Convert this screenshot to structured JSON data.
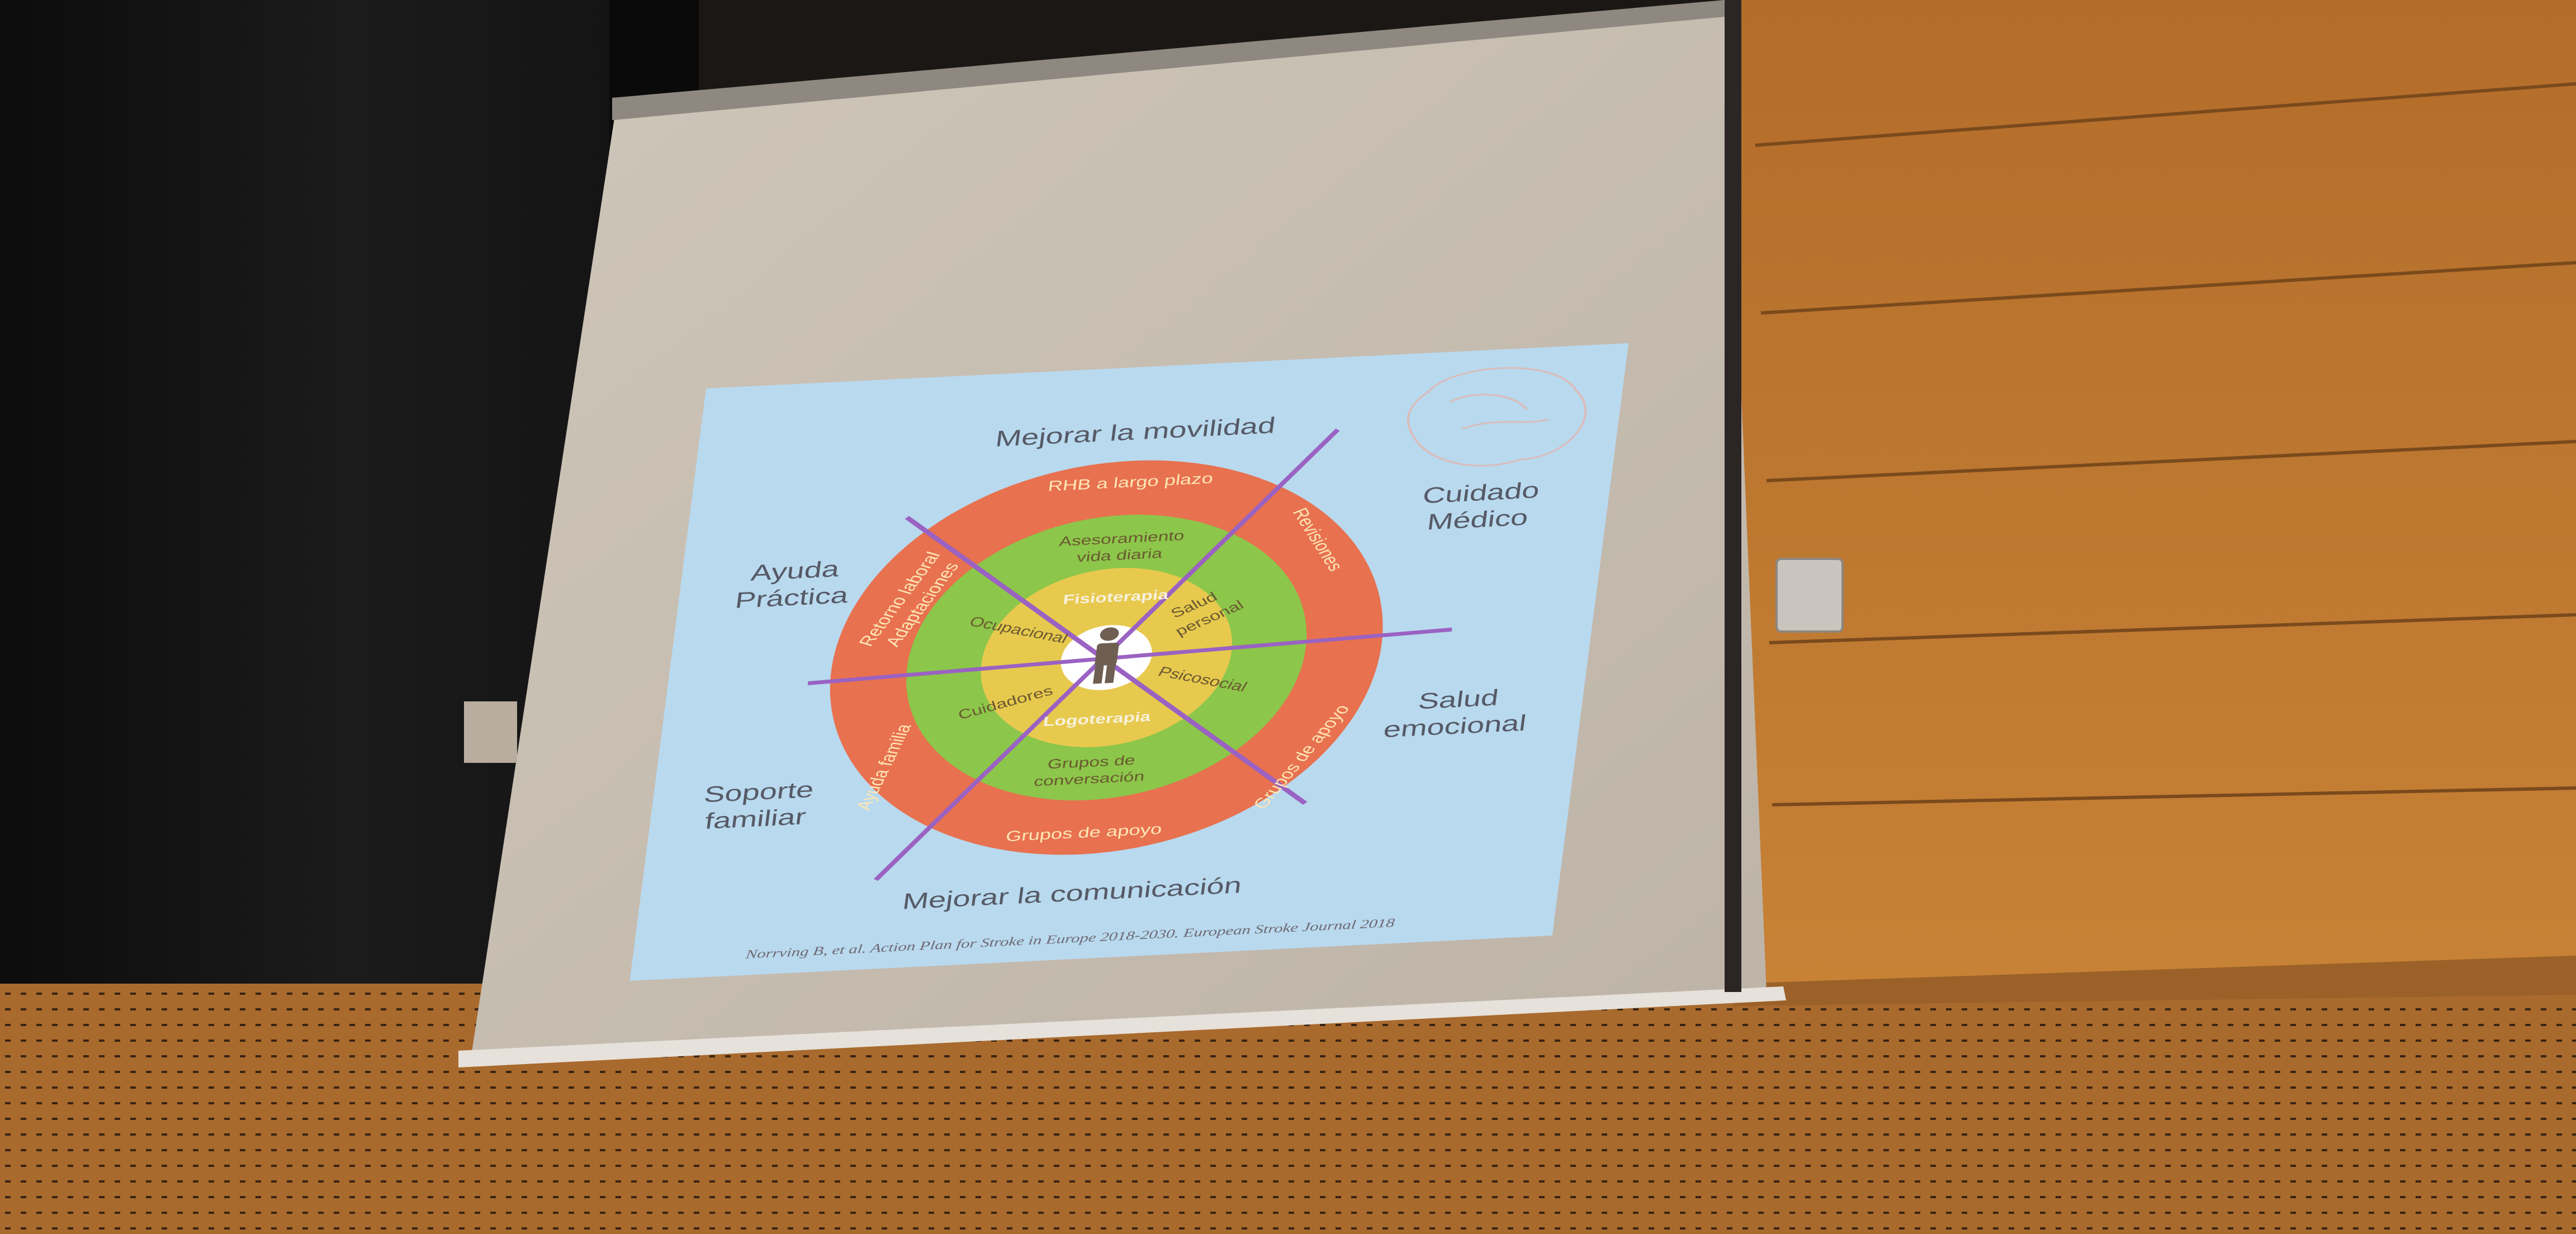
{
  "slide": {
    "outer_labels": {
      "top": "Mejorar la movilidad",
      "bottom": "Mejorar la comunicación",
      "top_left": [
        "Ayuda",
        "Práctica"
      ],
      "top_right": [
        "Cuidado",
        "Médico"
      ],
      "bottom_left": [
        "Soporte",
        "familiar"
      ],
      "bottom_right": [
        "Salud",
        "emocional"
      ]
    },
    "outer_ring": {
      "top": "RHB a largo plazo",
      "bottom": "Grupos de apoyo",
      "upper_right": "Revisiones",
      "lower_right": "Grupos de apoyo",
      "lower_left": "Ayuda familia",
      "upper_left": [
        "Retorno laboral",
        "Adaptaciones"
      ]
    },
    "middle_ring": {
      "top": [
        "Asesoramiento",
        "vida diaria"
      ],
      "bottom": [
        "Grupos de",
        "conversación"
      ]
    },
    "inner_ring": {
      "top": "Fisioterapia",
      "bottom": "Logoterapia",
      "left_upper": "Ocupacional",
      "left_lower": "Cuidadores",
      "right_upper": [
        "Salud",
        "personal"
      ],
      "right_lower": "Psicosocial"
    },
    "citation": "Norrving B, et al. Action Plan for Stroke in Europe 2018-2030. European Stroke Journal 2018"
  },
  "colors": {
    "slide_background": "#b9d9ee",
    "outer_ring": "#e8714f",
    "middle_ring": "#8cc64a",
    "inner_ring": "#e7c94e",
    "center": "#ffffff",
    "spokes": "#9a62c2",
    "outer_label_text": "#565a66",
    "ring_text": "#fde6b5",
    "center_figure": "#6f5e52",
    "screen": "#d4ccc1",
    "wall_wood": "#c07a32"
  },
  "icons": {
    "center": "person-icon"
  }
}
